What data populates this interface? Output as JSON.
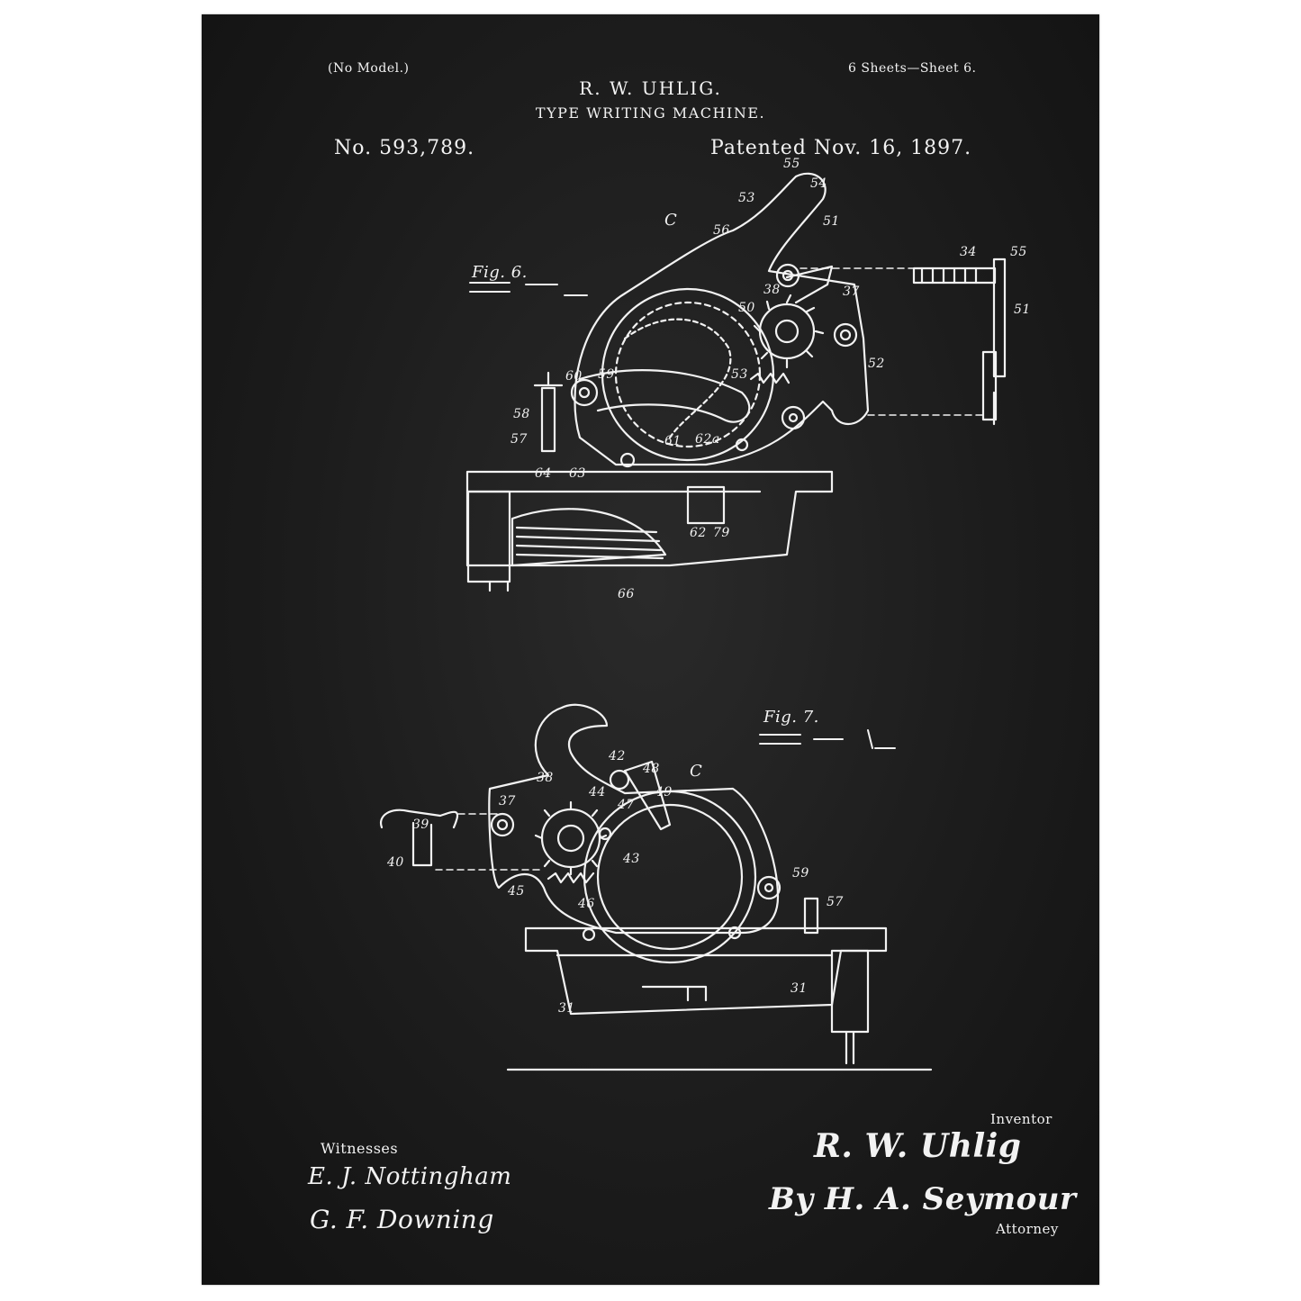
{
  "header": {
    "model": "(No Model.)",
    "sheets": "6 Sheets—Sheet 6.",
    "inventor_name": "R. W. UHLIG.",
    "title": "TYPE WRITING MACHINE.",
    "patent_no": "No. 593,789.",
    "patent_date": "Patented Nov. 16, 1897."
  },
  "figures": {
    "fig6": {
      "label": "Fig. 6.",
      "part_numbers": [
        "55",
        "54",
        "34",
        "55",
        "53",
        "56",
        "51",
        "51",
        "C",
        "38",
        "37",
        "50",
        "52",
        "53",
        "59",
        "60",
        "58",
        "57",
        "61",
        "62a",
        "64",
        "63",
        "62",
        "79",
        "66"
      ]
    },
    "fig7": {
      "label": "Fig. 7.",
      "part_numbers": [
        "42",
        "48",
        "C",
        "38",
        "44",
        "49",
        "37",
        "47",
        "39",
        "40",
        "43",
        "59",
        "45",
        "46",
        "57",
        "31",
        "31"
      ]
    }
  },
  "footer": {
    "witnesses_label": "Witnesses",
    "witness_1": "E. J. Nottingham",
    "witness_2": "G. F. Downing",
    "inventor_label": "Inventor",
    "inventor_signature": "R. W. Uhlig",
    "attorney_signature": "By H. A. Seymour",
    "attorney_label": "Attorney"
  },
  "colors": {
    "paper": "#1c1c1c",
    "ink": "#f2f2f2",
    "frame": "#ffffff"
  }
}
